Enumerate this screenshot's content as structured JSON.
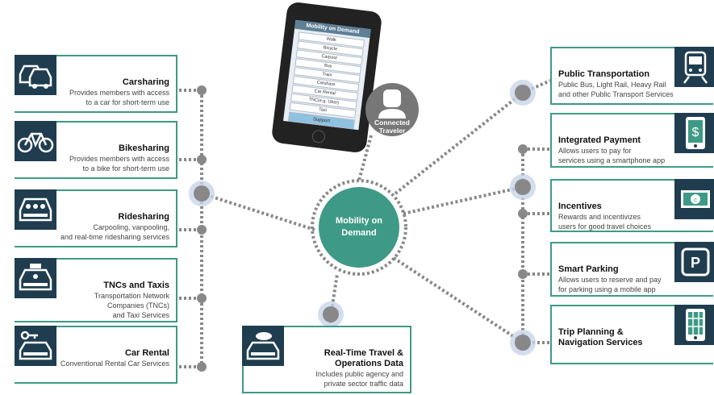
{
  "center": {
    "line1": "Mobility on",
    "line2": "Demand"
  },
  "traveler": {
    "line1": "Connected",
    "line2": "Traveler"
  },
  "phone": {
    "title": "Mobility on Demand",
    "items": [
      "Walk",
      "Bicycle",
      "Carpool",
      "Bus",
      "Train",
      "Carshare",
      "Car Rental",
      "TNC(e.g. Uber)",
      "Taxi"
    ],
    "support": "Support"
  },
  "left_services": [
    {
      "id": "carsharing",
      "icon": "cars-icon",
      "title": "Carsharing",
      "desc": [
        "Provides members with access",
        "to a car for short-term use"
      ]
    },
    {
      "id": "bikesharing",
      "icon": "bicycle-icon",
      "title": "Bikesharing",
      "desc": [
        "Provides members with access",
        "to a bike for short-term use"
      ]
    },
    {
      "id": "ridesharing",
      "icon": "carpool-icon",
      "title": "Ridesharing",
      "desc": [
        "Carpooling, vanpooling,",
        "and real-time ridesharing services"
      ]
    },
    {
      "id": "tncs-taxis",
      "icon": "taxi-icon",
      "title": "TNCs and Taxis",
      "desc": [
        "Transportation Network",
        "Companies (TNCs)",
        "and Taxi Services"
      ]
    },
    {
      "id": "car-rental",
      "icon": "car-key-icon",
      "title": "Car Rental",
      "desc": [
        "Conventional Rental Car Services"
      ]
    }
  ],
  "bottom_service": {
    "id": "real-time-travel",
    "icon": "connected-car-icon",
    "title": [
      "Real-Time Travel &",
      "Operations Data"
    ],
    "desc": [
      "Includes public agency and",
      "private sector traffic data"
    ]
  },
  "right_services": [
    {
      "id": "public-transportation",
      "icon": "train-icon",
      "title": "Public Transportation",
      "desc": [
        "Public Bus, Light Rail, Heavy Rail",
        "and other Public Transport Services"
      ]
    },
    {
      "id": "integrated-payment",
      "icon": "smartphone-dollar-icon",
      "title": "Integrated Payment",
      "desc": [
        "Allows users to pay for",
        "services using a smartphone app"
      ]
    },
    {
      "id": "incentives",
      "icon": "cash-icon",
      "title": "Incentives",
      "desc": [
        "Rewards and incentivizes",
        "users for good travel choices"
      ]
    },
    {
      "id": "smart-parking",
      "icon": "parking-icon",
      "title": "Smart Parking",
      "desc": [
        "Allows users to reserve and pay",
        "for parking using a mobile app"
      ]
    },
    {
      "id": "trip-planning",
      "icon": "map-phone-icon",
      "title": "Trip Planning &",
      "title2": "Navigation Services",
      "desc": []
    }
  ],
  "colors": {
    "teal": "#3e9a86",
    "navy": "#1f3d4f",
    "gray": "#808080",
    "hub": "#3e9a86"
  }
}
